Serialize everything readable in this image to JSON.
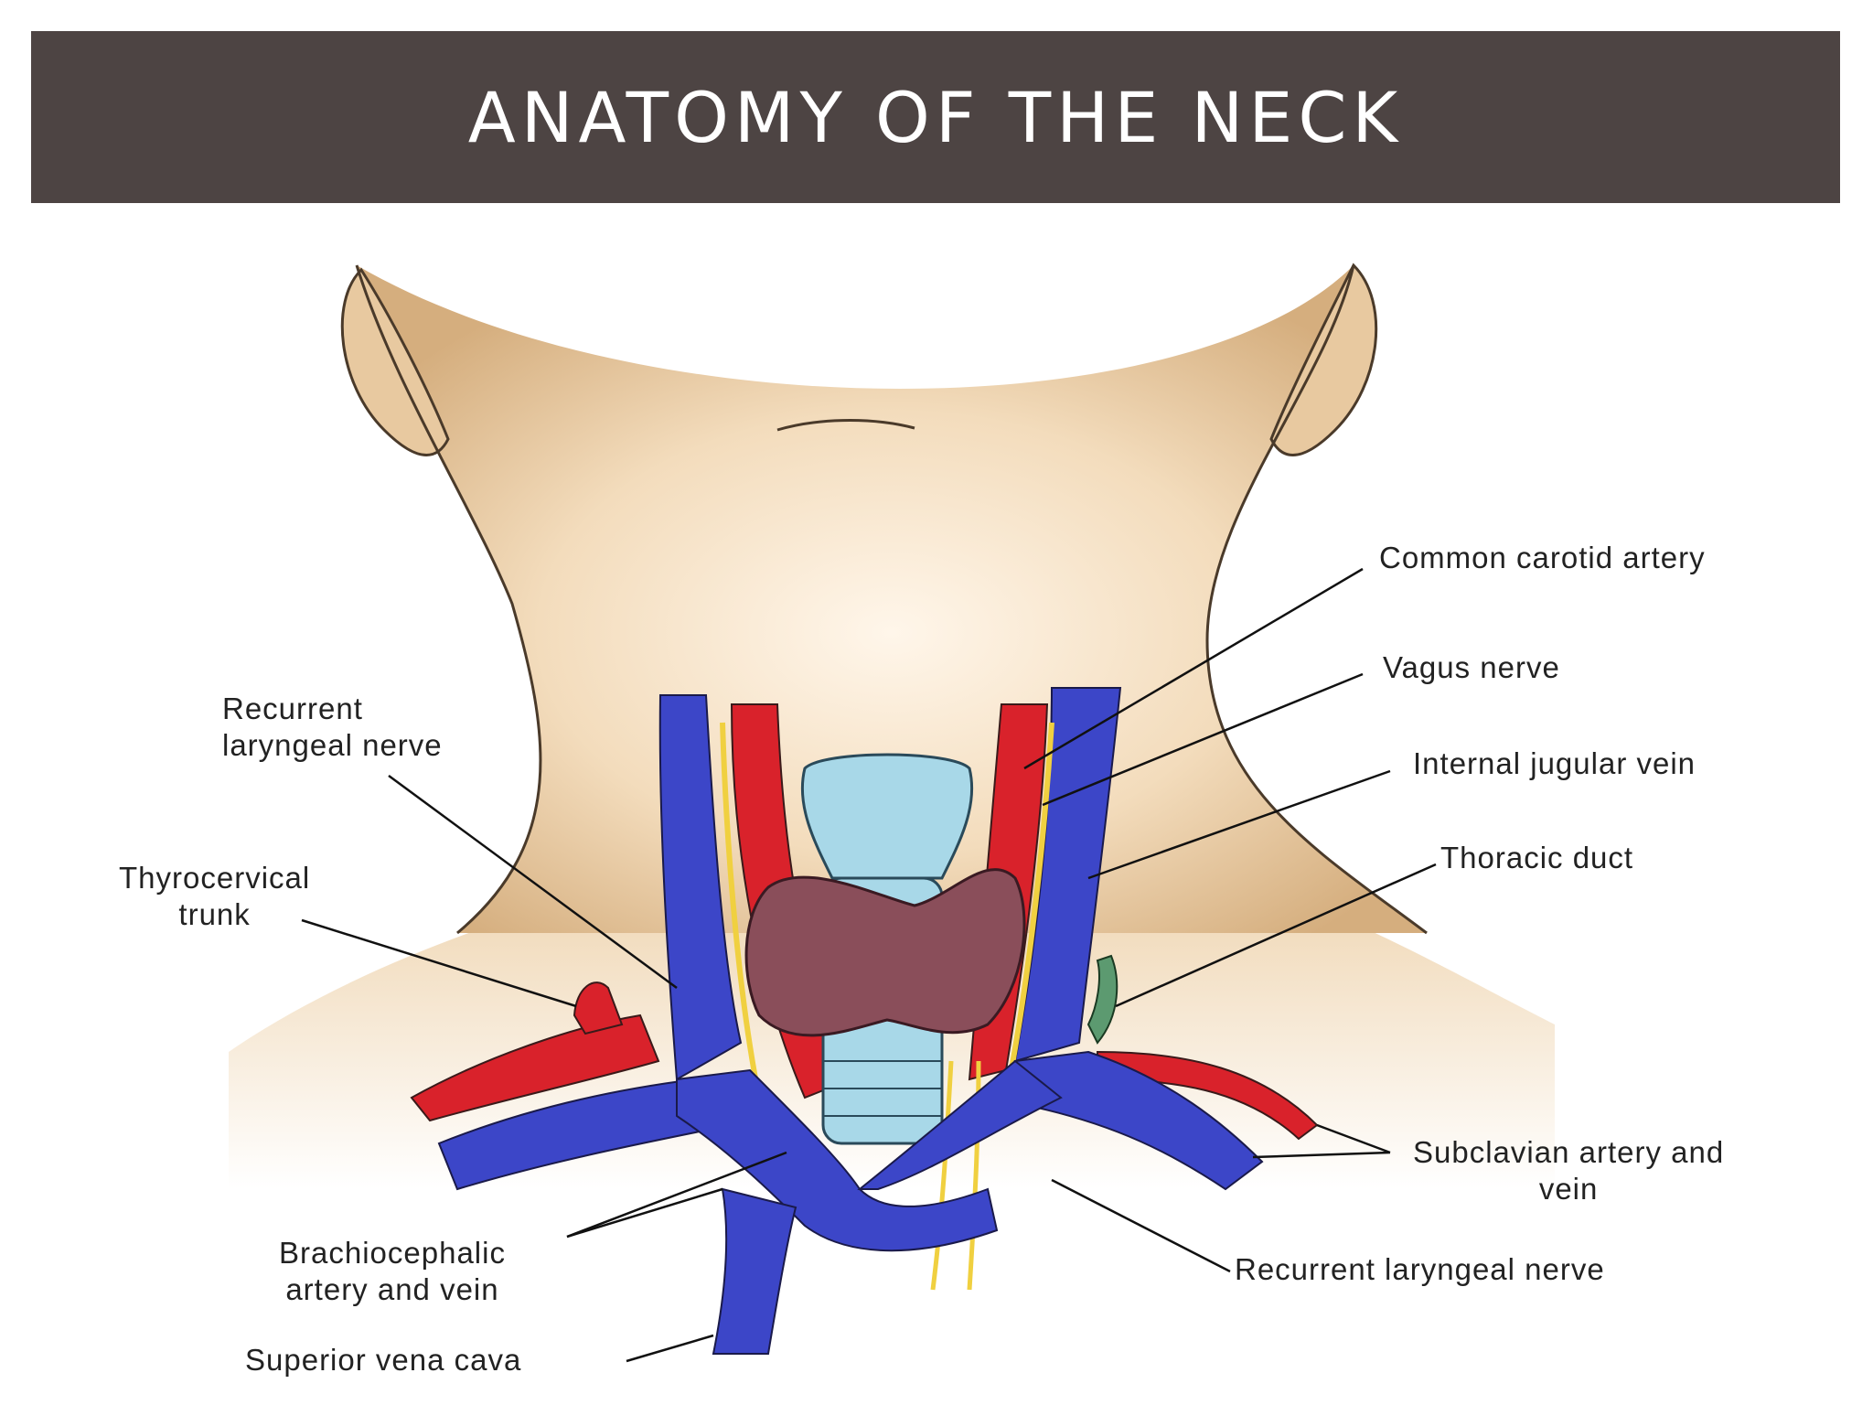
{
  "slide": {
    "title": "ANATOMY OF THE NECK"
  },
  "colors": {
    "title_bar": "#4d4443",
    "skin": "#d9b588",
    "artery": "#d9222b",
    "vein": "#3c46c8",
    "nerve": "#f0d040",
    "thyroid": "#8a4e5a",
    "cartilage": "#a8d8e8",
    "thoracic_duct": "#5c9a70"
  },
  "labels": {
    "common_carotid": "Common carotid artery",
    "vagus": "Vagus nerve",
    "internal_jugular": "Internal jugular vein",
    "thoracic_duct": "Thoracic duct",
    "recurrent_left_1": "Recurrent",
    "recurrent_left_2": "laryngeal nerve",
    "thyrocervical_1": "Thyrocervical",
    "thyrocervical_2": "trunk",
    "subclavian_1": "Subclavian artery and",
    "subclavian_2": "vein",
    "brachiocephalic_1": "Brachiocephalic",
    "brachiocephalic_2": "artery and vein",
    "recurrent_right": "Recurrent laryngeal nerve",
    "svc": "Superior vena cava"
  }
}
